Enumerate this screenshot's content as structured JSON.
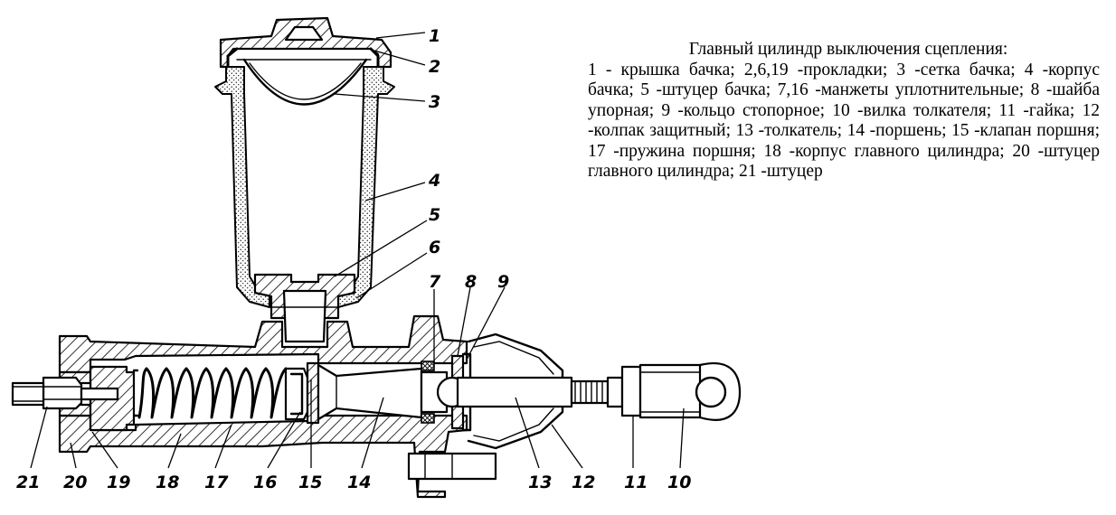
{
  "caption": {
    "title": "Главный цилиндр выключения сцепления:",
    "body": "1 - крышка бачка; 2,6,19 -прокладки; 3 -сетка бачка; 4 -корпус бачка; 5 -штуцер бачка; 7,16 -манжеты уплотнительные; 8 -шайба упорная; 9 -кольцо стопорное; 10 -вилка толкателя; 11 -гайка; 12 -колпак защитный; 13 -толкатель; 14 -поршень; 15 -клапан поршня; 17 -пружина поршня; 18 -корпус главного цилиндра; 20 -штуцер главного цилиндра; 21 -штуцер"
  },
  "callouts": [
    {
      "id": "1",
      "text": "1"
    },
    {
      "id": "2",
      "text": "2"
    },
    {
      "id": "3",
      "text": "3"
    },
    {
      "id": "4",
      "text": "4"
    },
    {
      "id": "5",
      "text": "5"
    },
    {
      "id": "6",
      "text": "6"
    },
    {
      "id": "7",
      "text": "7"
    },
    {
      "id": "8",
      "text": "8"
    },
    {
      "id": "9",
      "text": "9"
    },
    {
      "id": "10",
      "text": "10"
    },
    {
      "id": "11",
      "text": "11"
    },
    {
      "id": "12",
      "text": "12"
    },
    {
      "id": "13",
      "text": "13"
    },
    {
      "id": "14",
      "text": "14"
    },
    {
      "id": "15",
      "text": "15"
    },
    {
      "id": "16",
      "text": "16"
    },
    {
      "id": "17",
      "text": "17"
    },
    {
      "id": "18",
      "text": "18"
    },
    {
      "id": "19",
      "text": "19"
    },
    {
      "id": "20",
      "text": "20"
    },
    {
      "id": "21",
      "text": "21"
    }
  ]
}
